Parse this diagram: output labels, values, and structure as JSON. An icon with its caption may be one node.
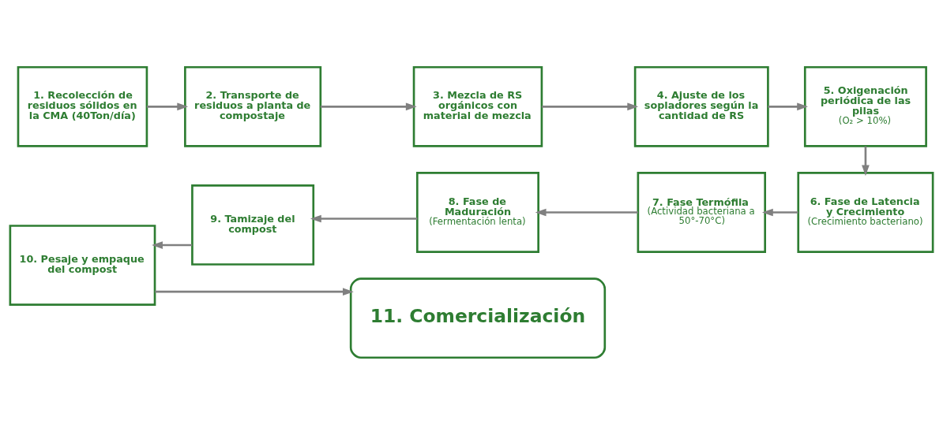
{
  "diagram": {
    "nodes": [
      {
        "text": [
          "1. Recolección de residuos sólidos en la CMA (40Ton/día)"
        ]
      },
      {
        "text": [
          "2. Transporte de residuos a planta de compostaje"
        ]
      },
      {
        "text": [
          "3. Mezcla de RS orgánicos con material de mezcla"
        ]
      },
      {
        "text": [
          "4. Ajuste de los sopladores según la cantidad de RS"
        ]
      },
      {
        "text": [
          "5. Oxigenación periódica de las pilas",
          "(O₂ > 10%)"
        ]
      },
      {
        "text": [
          "6. Fase de Latencia y Crecimiento",
          "(Crecimiento bacteriano)"
        ]
      },
      {
        "text": [
          "7. Fase Termófila",
          "(Actividad bacteriana a 50°-70°C)"
        ]
      },
      {
        "text": [
          "8. Fase de Maduración",
          "(Fermentación lenta)"
        ]
      },
      {
        "text": [
          "9. Tamizaje del compost"
        ]
      },
      {
        "text": [
          "10. Pesaje y empaque del compost"
        ]
      },
      {
        "text": [
          "11. Comercialización"
        ]
      }
    ],
    "edges": [
      {
        "from": 0,
        "to": 1,
        "arrow": "to"
      },
      {
        "from": 1,
        "to": 2,
        "arrow": "to"
      },
      {
        "from": 2,
        "to": 3,
        "arrow": "to"
      },
      {
        "from": 3,
        "to": 4,
        "arrow": "to"
      },
      {
        "from": 4,
        "to": 5,
        "arrow": "to"
      },
      {
        "from": 5,
        "to": 6,
        "arrow": "to"
      },
      {
        "from": 6,
        "to": 7,
        "arrow": "to"
      },
      {
        "from": 7,
        "to": 8,
        "arrow": "to"
      },
      {
        "from": 8,
        "to": 9,
        "arrow": "to"
      },
      {
        "from": 9,
        "to": 10,
        "arrow": "to"
      }
    ]
  }
}
